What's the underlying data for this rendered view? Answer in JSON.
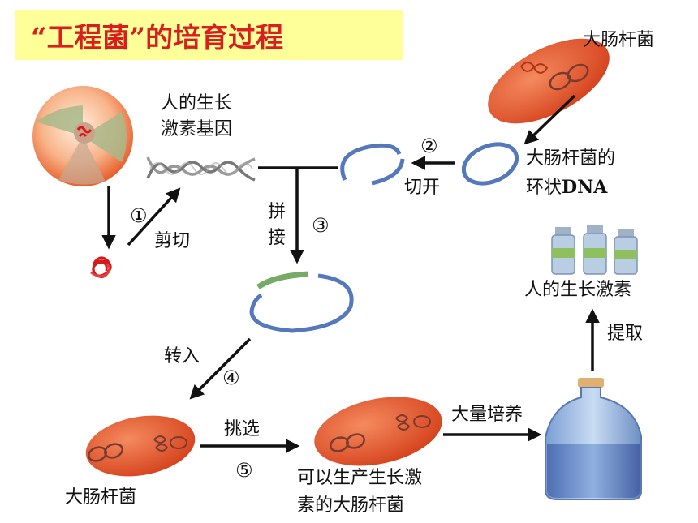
{
  "title": "“工程菌”的培育过程",
  "colors": {
    "title_bg": "#ffff99",
    "title_text": "#d81e1e",
    "bacterium": "#e2502a",
    "plasmid": "#5577bb",
    "gene_segment": "#77aa66",
    "arrow": "#111111"
  },
  "labels": {
    "ecoli_top": "大肠杆菌",
    "plasmid_line1": "大肠杆菌的",
    "plasmid_line2_cn": "环状",
    "plasmid_line2_dna": "DNA",
    "gene_line1": "人的生长",
    "gene_line2": "激素基因",
    "cut_open": "切开",
    "cut": "剪切",
    "splice_1": "拼",
    "splice_2": "接",
    "transfer": "转入",
    "select": "挑选",
    "culture": "大量培养",
    "extract": "提取",
    "hormone": "人的生长激素",
    "ecoli_bottom": "大肠杆菌",
    "engineered_line1": "可以生产生长激",
    "engineered_line2": "素的大肠杆菌"
  },
  "steps": {
    "s1": "①",
    "s2": "②",
    "s3": "③",
    "s4": "④",
    "s5": "⑤"
  },
  "icons": [
    "human-cell-icon",
    "chromosome-icon",
    "dna-helix-icon",
    "plasmid-icon",
    "bacterium-icon",
    "culture-bottle-icon",
    "vial-icon"
  ]
}
